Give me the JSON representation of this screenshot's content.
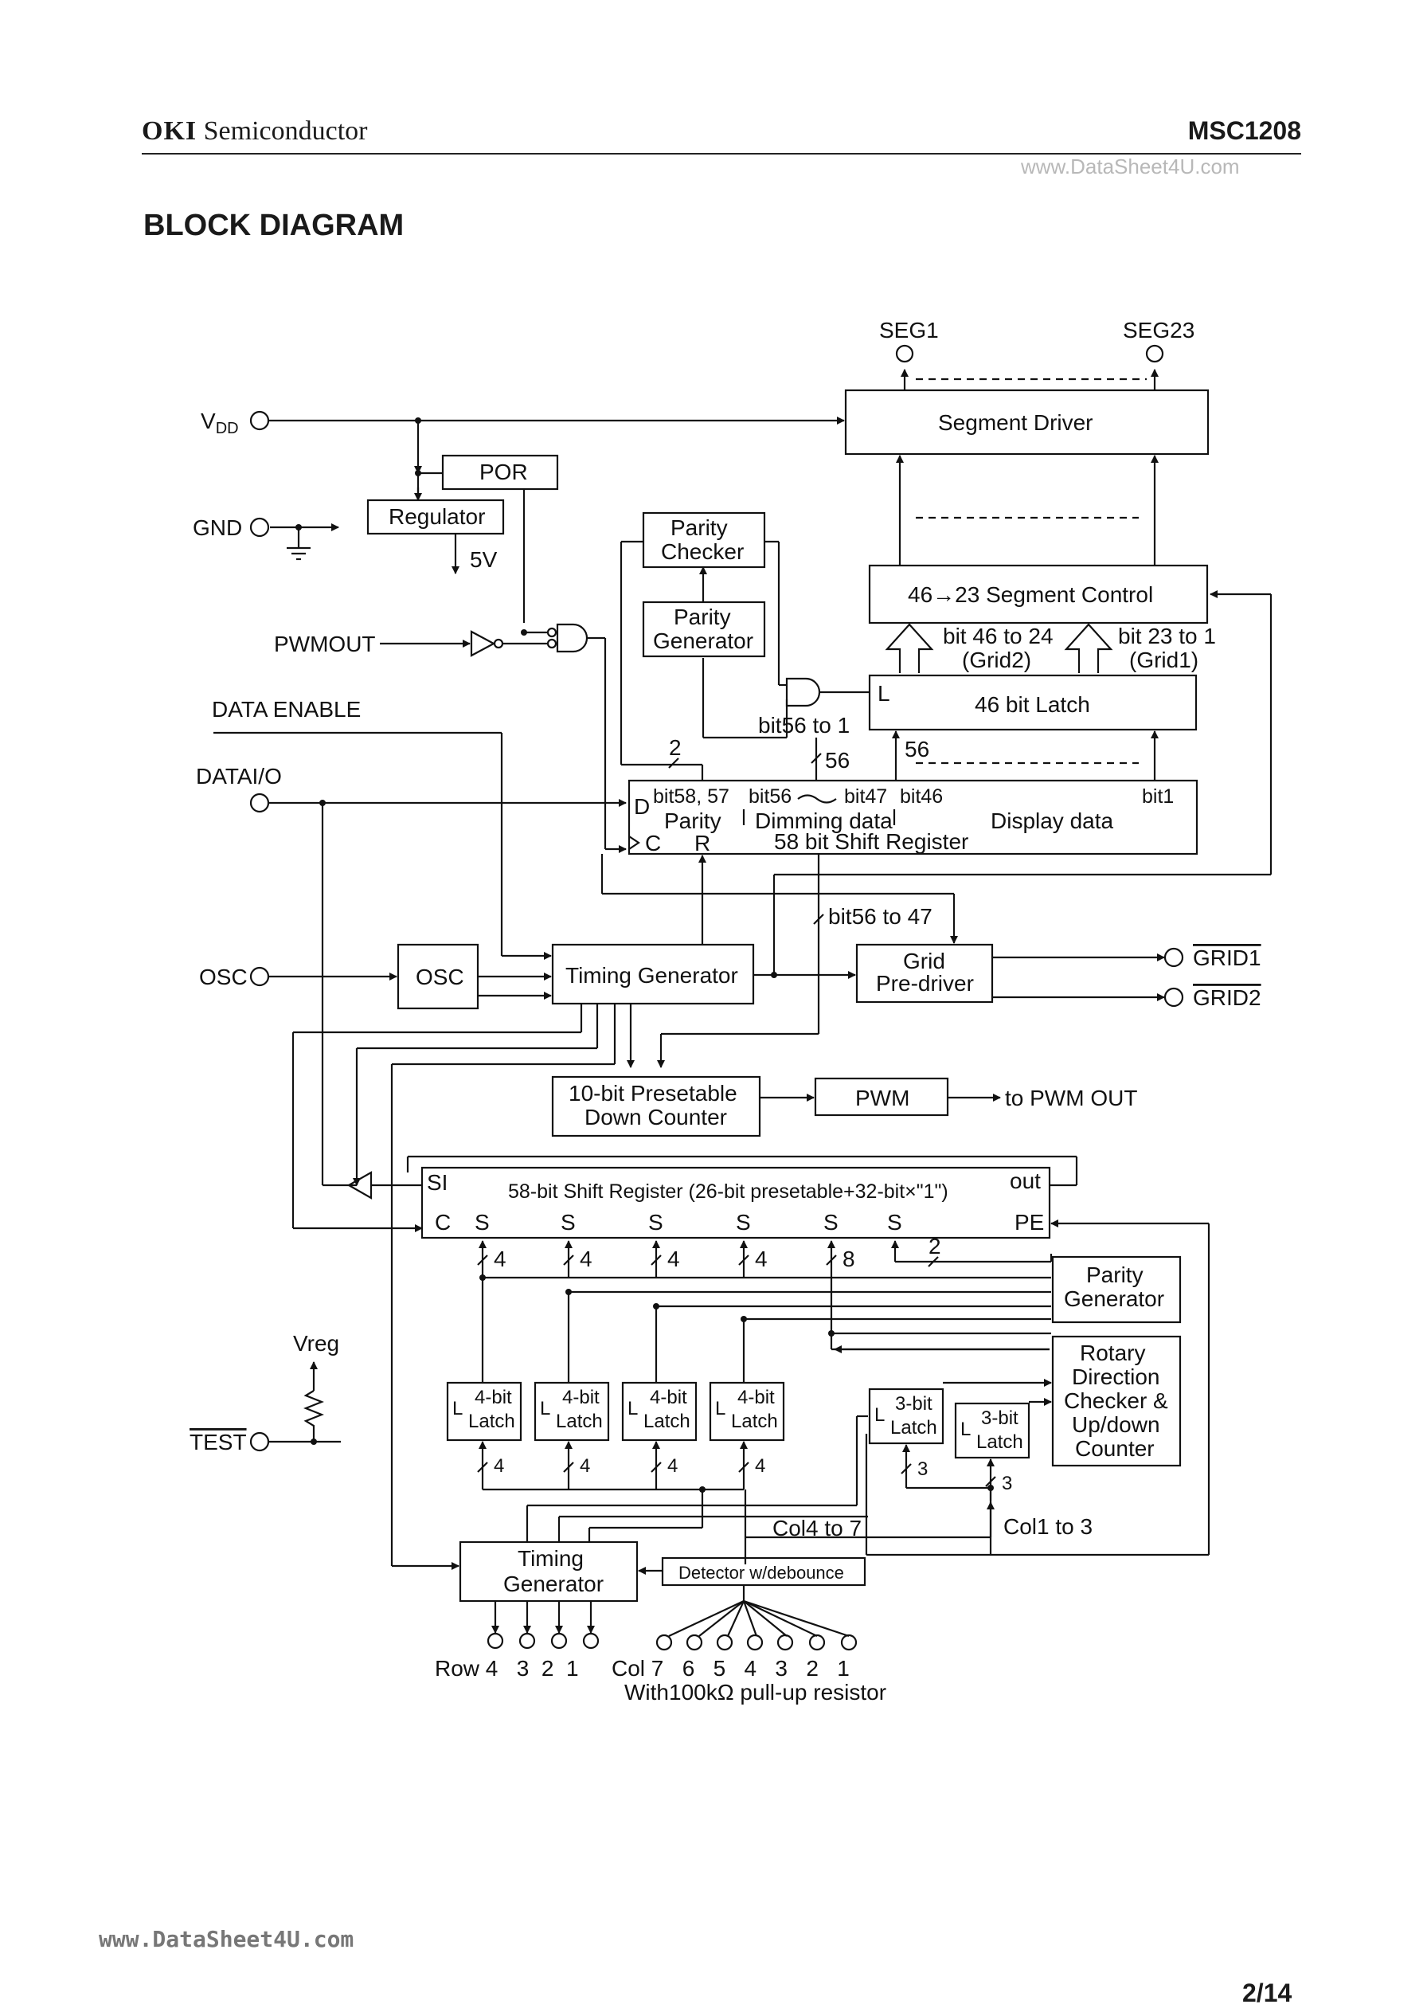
{
  "header": {
    "brand_bold": "OKI",
    "brand_rest": " Semiconductor",
    "part_number": "MSC1208",
    "watermark": "www.DataSheet4U.com"
  },
  "section_title": "BLOCK DIAGRAM",
  "pins": {
    "seg1": "SEG1",
    "seg23": "SEG23",
    "vdd": "V",
    "vdd_sub": "DD",
    "gnd": "GND",
    "pwmout": "PWMOUT",
    "data_enable": "DATA ENABLE",
    "data_io": "DATAI/O",
    "osc": "OSC",
    "grid1": "GRID1",
    "grid2": "GRID2",
    "test": "TEST",
    "vreg": "Vreg",
    "row_label": "Row 4   3  2  1",
    "col_label": "Col 7   6   5   4   3   2   1",
    "pullup_note": "With100kΩ pull-up resistor"
  },
  "blocks": {
    "segment_driver": "Segment Driver",
    "por": "POR",
    "regulator": "Regulator",
    "reg_out": "5V",
    "parity_checker": [
      "Parity",
      "Checker"
    ],
    "parity_generator": [
      "Parity",
      "Generator"
    ],
    "segment_control": "46→23 Segment Control",
    "latch46_L": "L",
    "latch46": "46 bit Latch",
    "sr58_D": "D",
    "sr58_C": "C",
    "sr58_R": "R",
    "sr58_bits1": "bit58, 57",
    "sr58_bits2": "bit56",
    "sr58_bits3": "bit47",
    "sr58_bits4": "bit46",
    "sr58_bits5": "bit1",
    "sr58_parity": "Parity",
    "sr58_dimming": "Dimming data",
    "sr58_display": "Display data",
    "sr58_name": "58 bit Shift Register",
    "osc": "OSC",
    "timing_generator": "Timing Generator",
    "grid_predriver": [
      "Grid",
      "Pre-driver"
    ],
    "counter": [
      "10-bit Presetable",
      "Down Counter"
    ],
    "pwm": "PWM",
    "to_pwm_out": "to PWM OUT",
    "sr_long": "58-bit Shift Register (26-bit presetable+32-bit×\"1\")",
    "sr_long_si": "SI",
    "sr_long_c": "C",
    "sr_long_out": "out",
    "sr_long_pe": "PE",
    "sr_long_s": "S",
    "parity_generator2": [
      "Parity",
      "Generator"
    ],
    "rotary": [
      "Rotary",
      "Direction",
      "Checker &",
      "Up/down",
      "Counter"
    ],
    "latch4": [
      "4-bit",
      "Latch"
    ],
    "latch3": [
      "3-bit",
      "Latch"
    ],
    "latch_L": "L",
    "timing_generator2": [
      "Timing",
      "Generator"
    ],
    "detector": "Detector w/debounce"
  },
  "labels": {
    "bit46_24": "bit 46 to 24",
    "grid2_paren": "(Grid2)",
    "bit23_1": "bit 23 to 1",
    "grid1_paren": "(Grid1)",
    "bit56_1": "bit56 to 1",
    "bus56a": "56",
    "bus56b": "56",
    "bus2": "2",
    "bit56_47": "bit56 to 47",
    "bus4": "4",
    "bus8": "8",
    "bus3": "3",
    "col4_7": "Col4 to 7",
    "col1_3": "Col1 to 3"
  },
  "footer": {
    "watermark": "www.DataSheet4U.com",
    "page": "2/14"
  }
}
